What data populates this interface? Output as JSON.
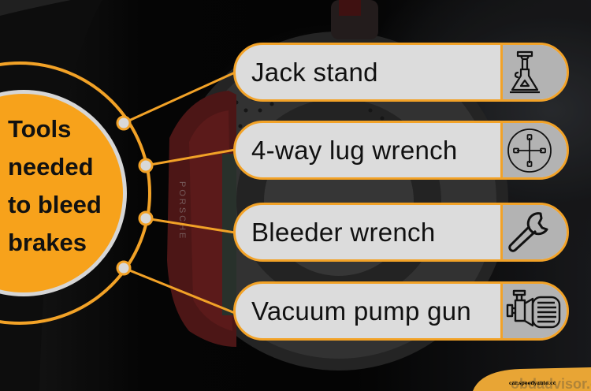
{
  "hub": {
    "lines": [
      "Tools",
      "needed",
      "to bleed",
      "brakes"
    ]
  },
  "tools": [
    {
      "label": "Jack stand",
      "icon": "jack-stand-icon"
    },
    {
      "label": "4-way lug wrench",
      "icon": "lug-wrench-icon"
    },
    {
      "label": "Bleeder wrench",
      "icon": "wrench-icon"
    },
    {
      "label": "Vacuum pump gun",
      "icon": "vacuum-pump-icon"
    }
  ],
  "background": {
    "caliper_brand": "PORSCHE"
  },
  "footer": {
    "watermark": "obdadvisor.com",
    "credit": "car.speedyauto.cc"
  },
  "colors": {
    "accent": "#f2a227",
    "hub_fill": "#f7a21b",
    "pill_fill": "#dcdcdc",
    "icon_fill": "#b3b3b3",
    "node_fill": "#d8d8d8"
  }
}
